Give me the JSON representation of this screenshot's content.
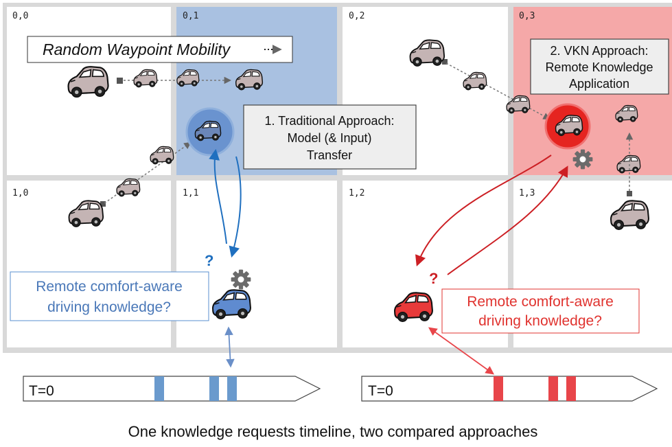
{
  "grid": {
    "cells": [
      {
        "label": "0,0",
        "fill": "#ffffff"
      },
      {
        "label": "0,1",
        "fill": "#a9c1e1"
      },
      {
        "label": "0,2",
        "fill": "#ffffff"
      },
      {
        "label": "0,3",
        "fill": "#f5a8a8"
      },
      {
        "label": "1,0",
        "fill": "#ffffff"
      },
      {
        "label": "1,1",
        "fill": "#ffffff"
      },
      {
        "label": "1,2",
        "fill": "#ffffff"
      },
      {
        "label": "1,3",
        "fill": "#ffffff"
      }
    ],
    "frame_color": "#d9d9d9"
  },
  "mobility_label": "Random Waypoint Mobility",
  "traditional_box": {
    "line1": "1. Traditional Approach:",
    "line2": "Model (& Input)",
    "line3": "Transfer"
  },
  "vkn_box": {
    "line1": "2. VKN Approach:",
    "line2": "Remote Knowledge",
    "line3": "Application"
  },
  "blue_question": {
    "line1": "Remote comfort-aware",
    "line2": "driving knowledge?",
    "mark": "?",
    "color": "#4a78b8"
  },
  "red_question": {
    "line1": "Remote comfort-aware",
    "line2": "driving knowledge?",
    "mark": "?",
    "color": "#e0332f"
  },
  "timelines": [
    {
      "start_label": "T=0",
      "color": "#6a9acd",
      "marks": 3
    },
    {
      "start_label": "T=0",
      "color": "#e8454a",
      "marks": 3
    }
  ],
  "caption": "One knowledge requests timeline, two compared approaches",
  "icons": [
    "car-icon",
    "gear-icon"
  ]
}
